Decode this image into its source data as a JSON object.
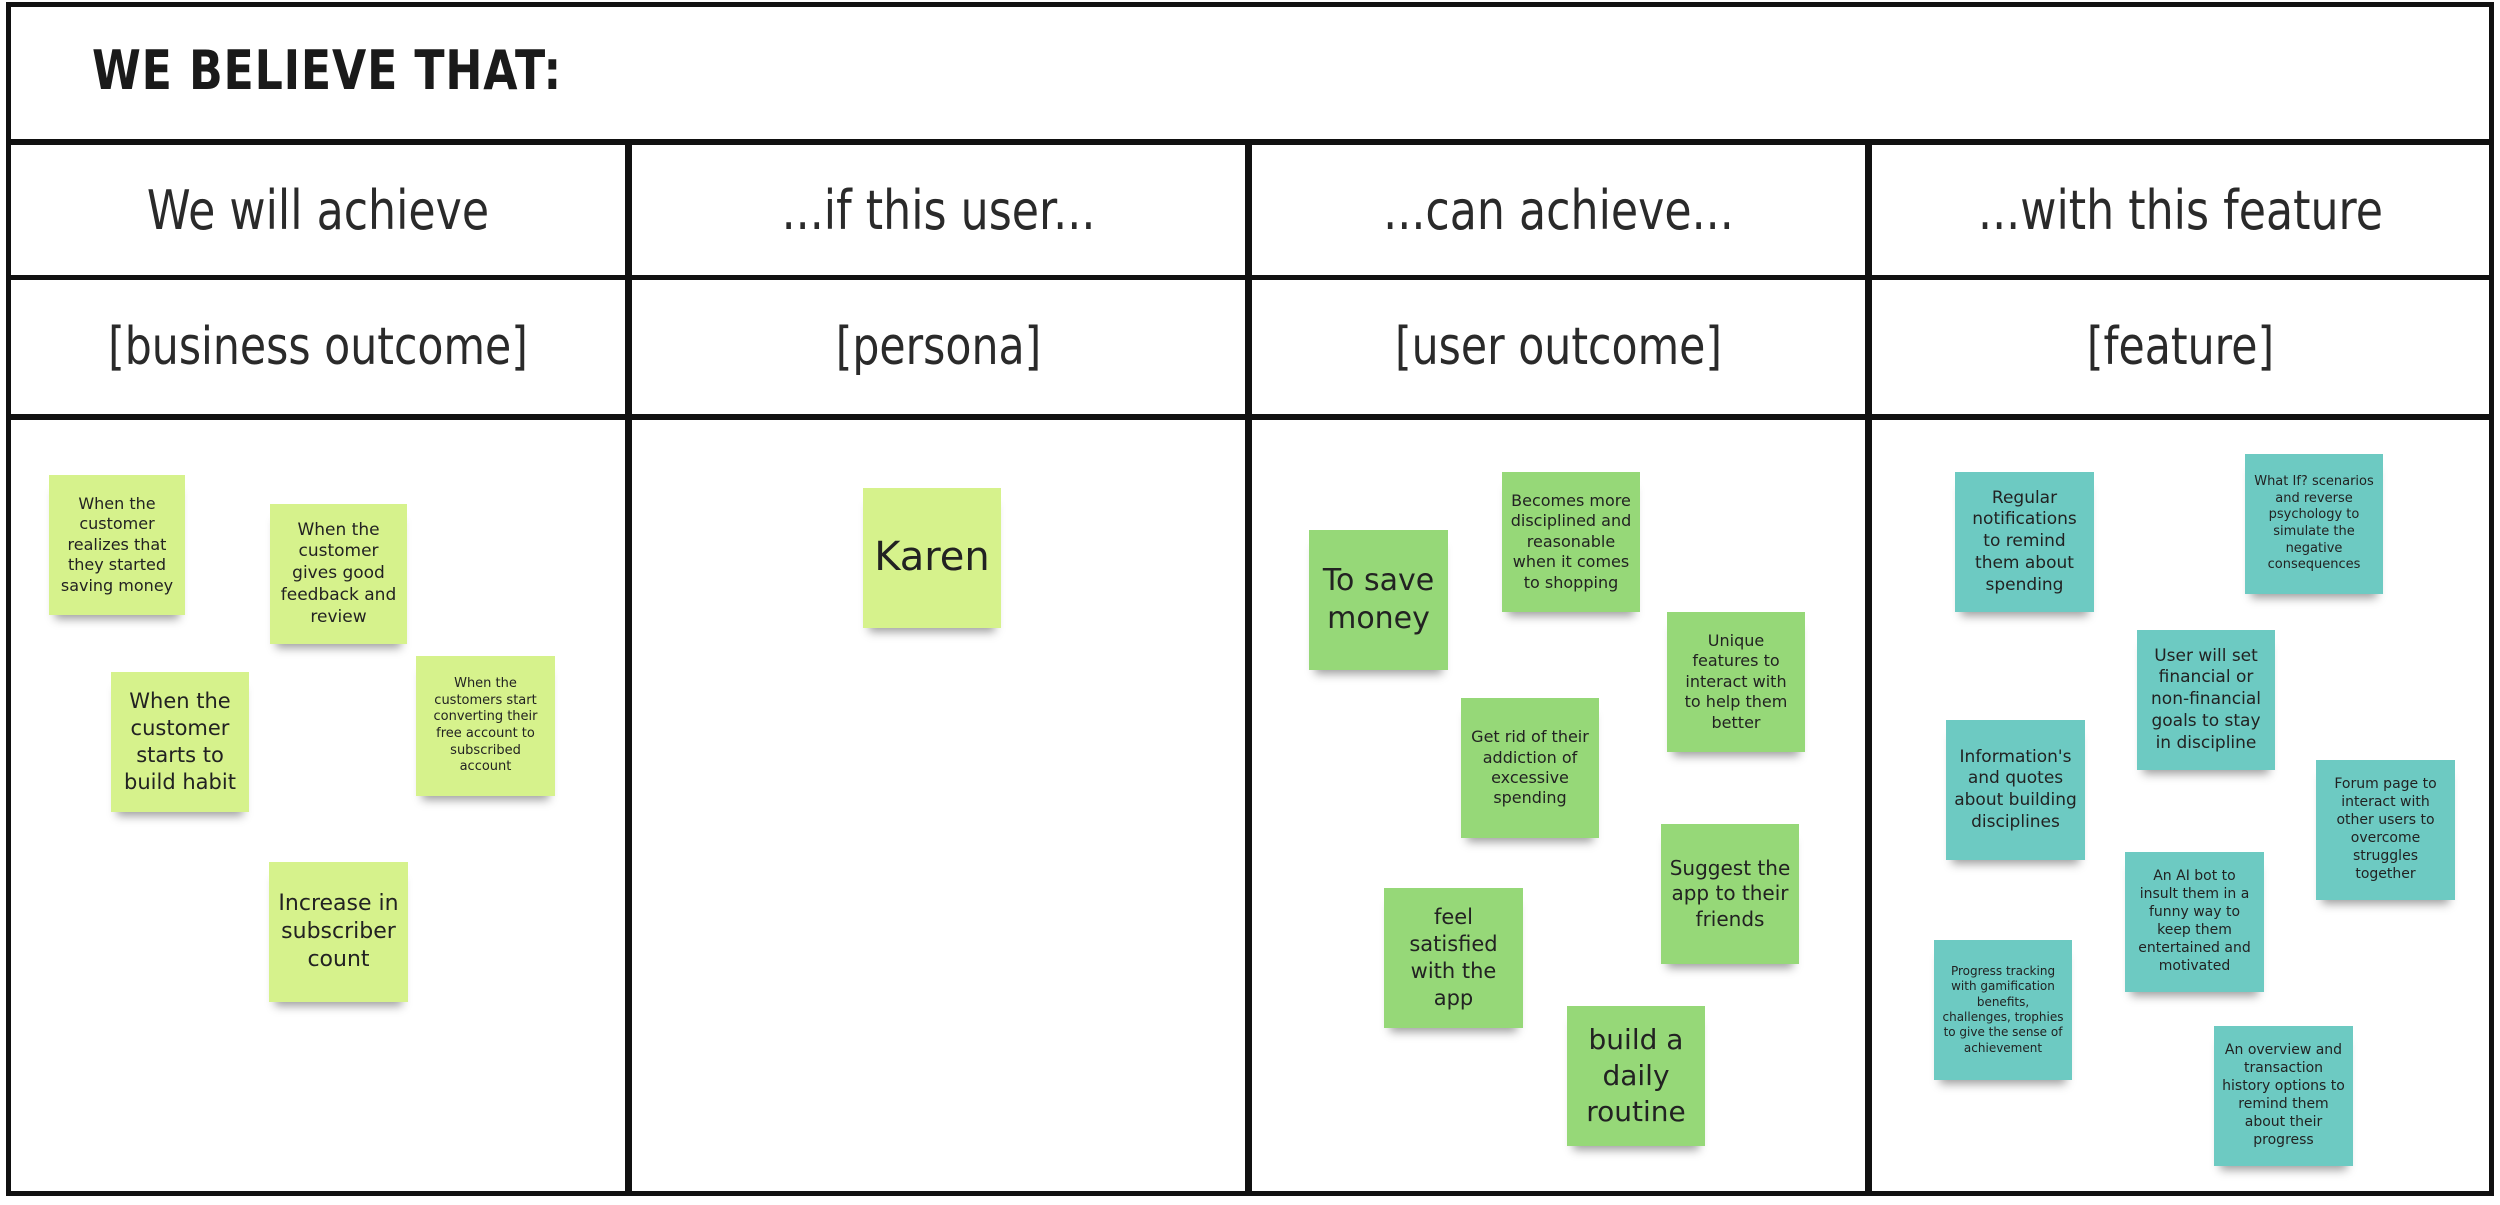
{
  "board": {
    "title": "WE BELIEVE THAT:",
    "columns": [
      {
        "header": "We will achieve",
        "placeholder": "[business outcome]"
      },
      {
        "header": "...if this user...",
        "placeholder": "[persona]"
      },
      {
        "header": "...can achieve...",
        "placeholder": "[user outcome]"
      },
      {
        "header": "...with this feature",
        "placeholder": "[feature]"
      }
    ]
  },
  "colors": {
    "business_note": "#d6f28c",
    "persona_note": "#d6f28c",
    "user_outcome_note": "#96d878",
    "feature_note": "#6dcac2",
    "grid_line": "#111111"
  },
  "notes": {
    "business": [
      "When the customer realizes that they started saving money",
      "When the customer gives good feedback and review",
      "When the customer starts to build habit",
      "When the customers start converting their free account to subscribed account",
      "Increase in subscriber count"
    ],
    "persona": [
      "Karen"
    ],
    "user_outcome": [
      "To save money",
      "Becomes more disciplined and reasonable when it comes to shopping",
      "Unique features to interact with to help them better",
      "Get rid of their addiction of excessive spending",
      "Suggest the app to their friends",
      "feel satisfied with the app",
      "build a daily routine"
    ],
    "feature": [
      "Regular notifications to remind them about spending",
      "What If? scenarios and reverse psychology to simulate the negative consequences",
      "User will set financial or non-financial goals to stay in discipline",
      "Information's and quotes about building disciplines",
      "Forum page to interact with other users to overcome struggles together",
      "An AI bot to insult them in a funny way to keep them entertained and motivated",
      "Progress tracking with gamification benefits, challenges, trophies to give the sense of achievement",
      "An overview and transaction history options to remind them about their progress"
    ]
  }
}
